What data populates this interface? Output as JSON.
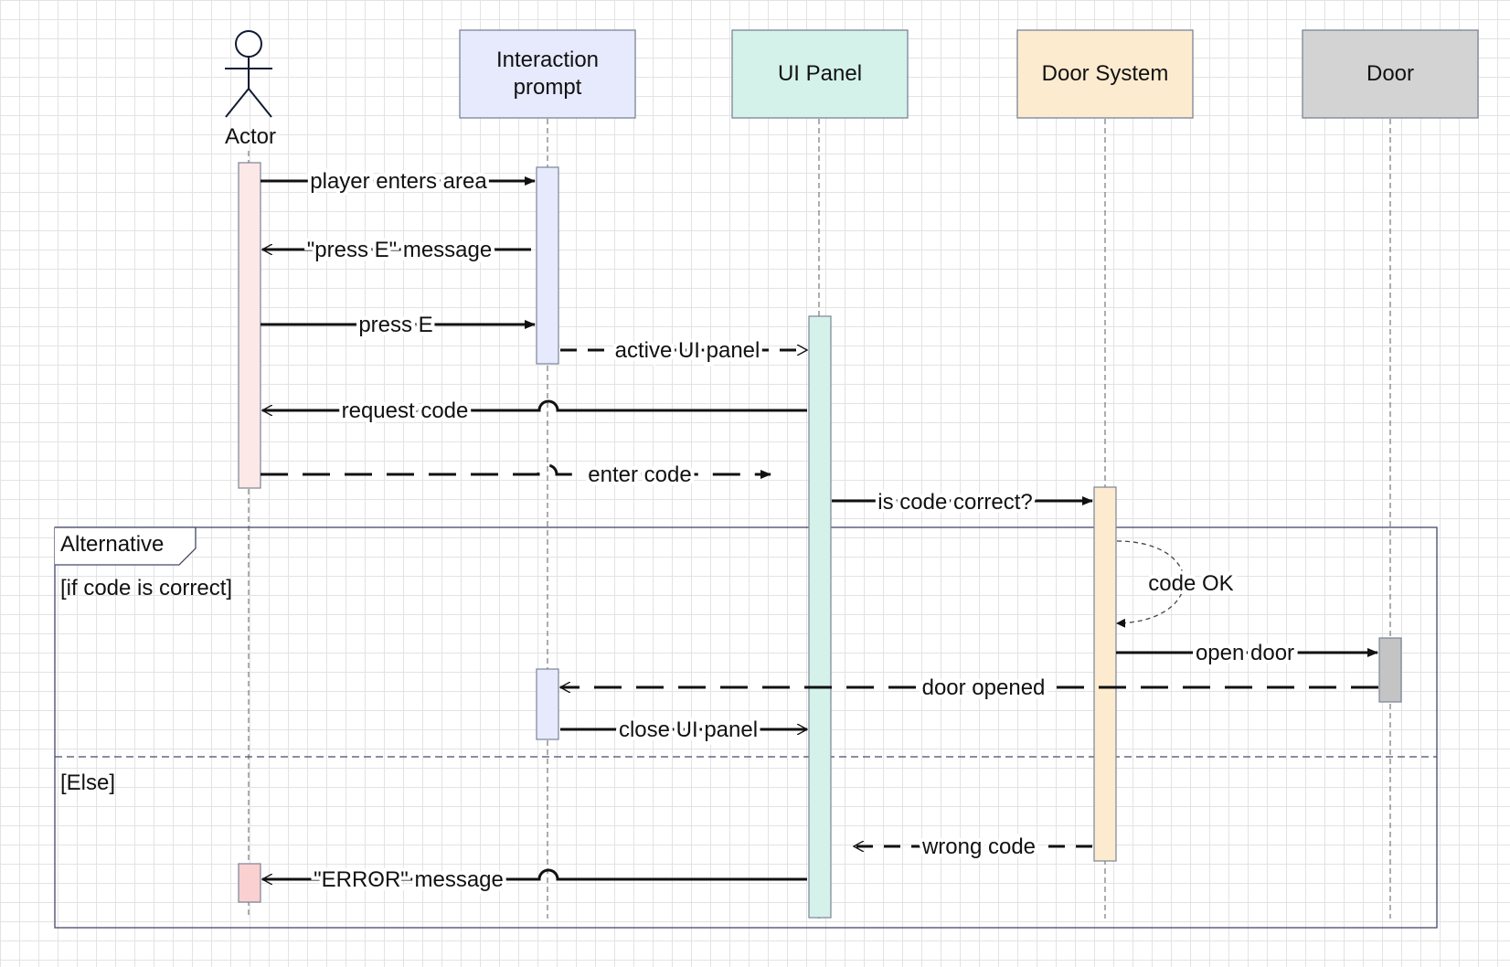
{
  "participants": {
    "actor": "Actor",
    "interaction_prompt": "Interaction\nprompt",
    "ui_panel": "UI Panel",
    "door_system": "Door System",
    "door": "Door"
  },
  "messages": {
    "player_enters_area": "player enters area",
    "press_e_message": "\"press E\" message",
    "press_e": "press E",
    "active_ui_panel": "active UI panel",
    "request_code": "request code",
    "enter_code": "enter code",
    "is_code_correct": "is code correct?",
    "code_ok": "code OK",
    "open_door": "open door",
    "door_opened": "door opened",
    "close_ui_panel": "close UI panel",
    "wrong_code": "wrong code",
    "error_message": "\"ERROR\" message"
  },
  "fragment": {
    "label": "Alternative",
    "guard_if": "[if code is correct]",
    "guard_else": "[Else]"
  },
  "colors": {
    "actor_activation": "#fde8e8",
    "actor_activation_error": "#fbd0d0",
    "prompt_fill": "#e6eafc",
    "ui_panel_fill": "#d4f2ea",
    "door_system_fill": "#fdebd0",
    "door_fill": "#d3d3d3",
    "box_stroke": "#7a8496",
    "frame_stroke": "#44496a"
  }
}
